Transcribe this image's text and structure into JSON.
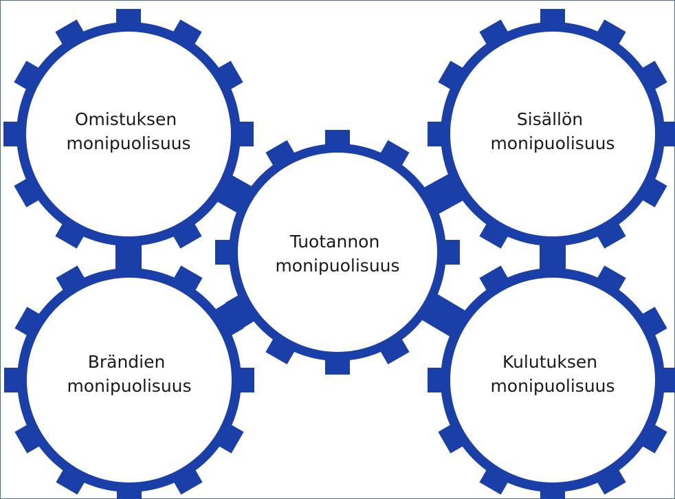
{
  "colors": {
    "gear": "#1b3fa8",
    "gear_face": "#ffffff",
    "text": "#1a1a1a",
    "border": "#4a6b8a"
  },
  "gears": [
    {
      "id": "ownership",
      "line1": "Omistuksen",
      "line2": "monipuolisuus"
    },
    {
      "id": "content",
      "line1": "Sisällön",
      "line2": "monipuolisuus"
    },
    {
      "id": "production",
      "line1": "Tuotannon",
      "line2": "monipuolisuus"
    },
    {
      "id": "brands",
      "line1": "Brändien",
      "line2": "monipuolisuus"
    },
    {
      "id": "consumption",
      "line1": "Kulutuksen",
      "line2": "monipuolisuus"
    }
  ]
}
